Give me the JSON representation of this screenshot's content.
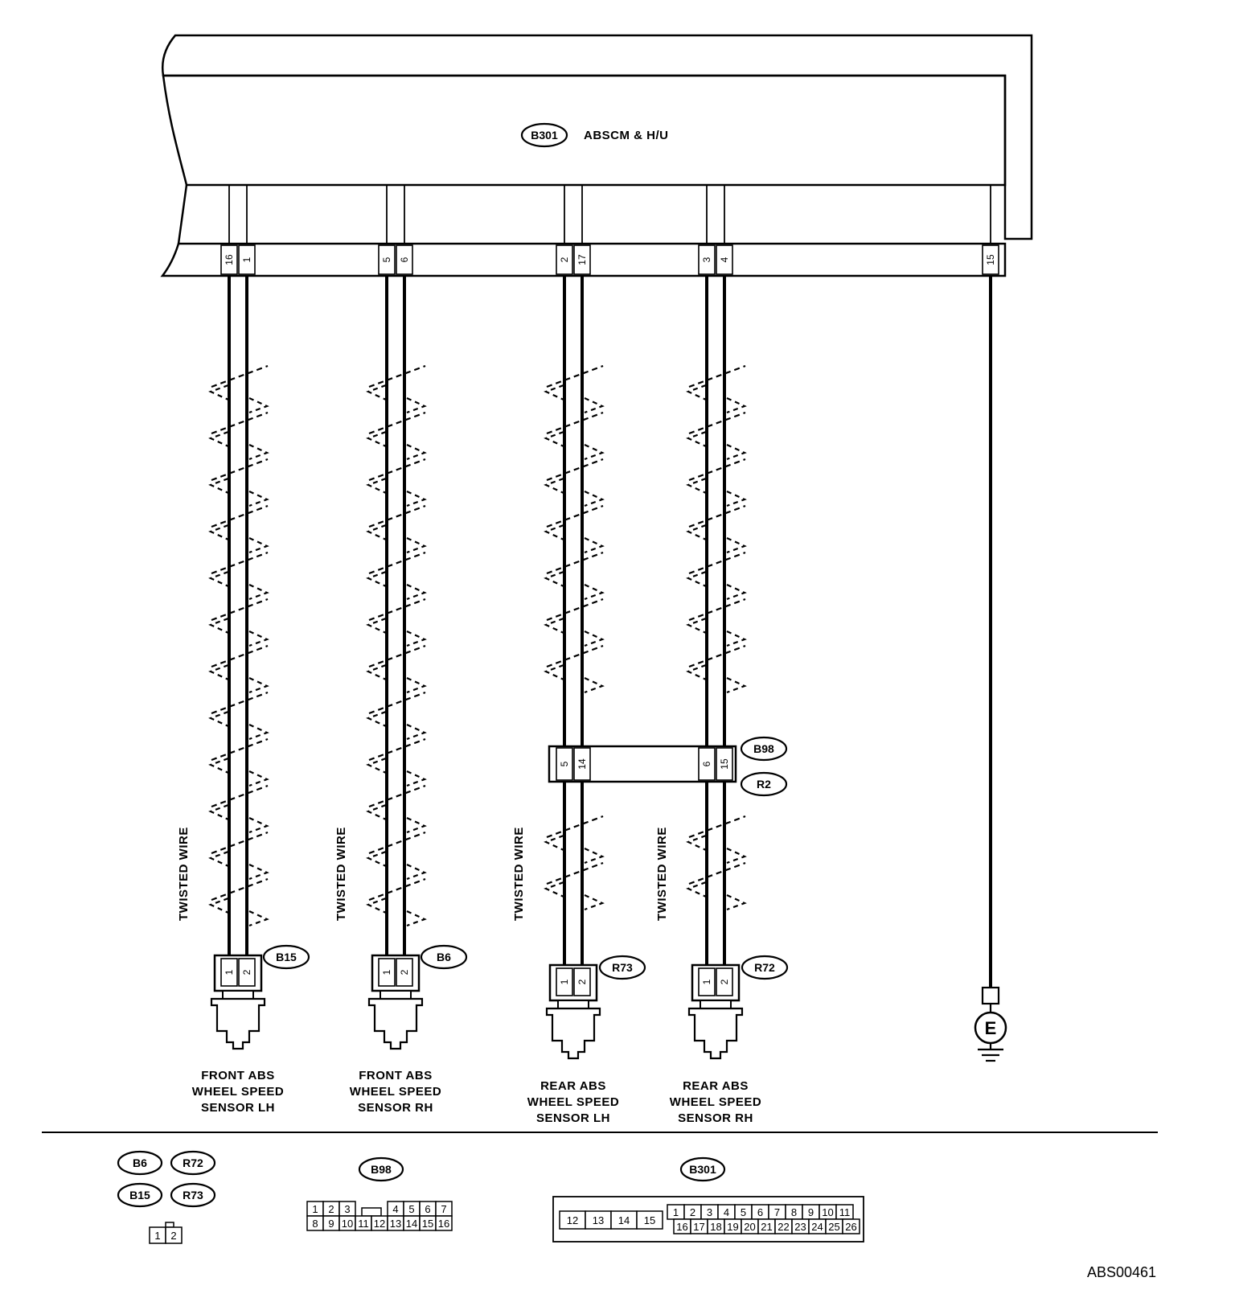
{
  "control_unit": {
    "id": "B301",
    "label": "ABSCM & H/U"
  },
  "connector_pins": [
    "16",
    "1",
    "5",
    "6",
    "2",
    "17",
    "3",
    "4",
    "15"
  ],
  "sensors": [
    {
      "connector": "B15",
      "pins": [
        "1",
        "2"
      ],
      "name_lines": [
        "FRONT ABS",
        "WHEEL SPEED",
        "SENSOR LH"
      ],
      "twisted_label": "TWISTED WIRE"
    },
    {
      "connector": "B6",
      "pins": [
        "1",
        "2"
      ],
      "name_lines": [
        "FRONT ABS",
        "WHEEL SPEED",
        "SENSOR RH"
      ],
      "twisted_label": "TWISTED WIRE"
    },
    {
      "connector": "R73",
      "pins": [
        "1",
        "2"
      ],
      "name_lines": [
        "REAR ABS",
        "WHEEL SPEED",
        "SENSOR LH"
      ],
      "twisted_label": "TWISTED WIRE"
    },
    {
      "connector": "R72",
      "pins": [
        "1",
        "2"
      ],
      "name_lines": [
        "REAR ABS",
        "WHEEL SPEED",
        "SENSOR RH"
      ],
      "twisted_label": "TWISTED WIRE"
    }
  ],
  "intermediate_connector": {
    "upper_id": "B98",
    "lower_id": "R2",
    "pins": [
      "5",
      "14",
      "6",
      "15"
    ]
  },
  "ground": {
    "label": "E"
  },
  "legend": {
    "sensor_badges": [
      "B6",
      "R72",
      "B15",
      "R73"
    ],
    "sensor_pins": [
      "1",
      "2"
    ],
    "b98_id": "B98",
    "b98_row1": [
      "1",
      "2",
      "3",
      "4",
      "5",
      "6",
      "7"
    ],
    "b98_row2": [
      "8",
      "9",
      "10",
      "11",
      "12",
      "13",
      "14",
      "15",
      "16"
    ],
    "b301_id": "B301",
    "b301_large": [
      "12",
      "13",
      "14",
      "15"
    ],
    "b301_row1": [
      "1",
      "2",
      "3",
      "4",
      "5",
      "6",
      "7",
      "8",
      "9",
      "10",
      "11"
    ],
    "b301_row2": [
      "16",
      "17",
      "18",
      "19",
      "20",
      "21",
      "22",
      "23",
      "24",
      "25",
      "26"
    ]
  },
  "reference_code": "ABS00461"
}
